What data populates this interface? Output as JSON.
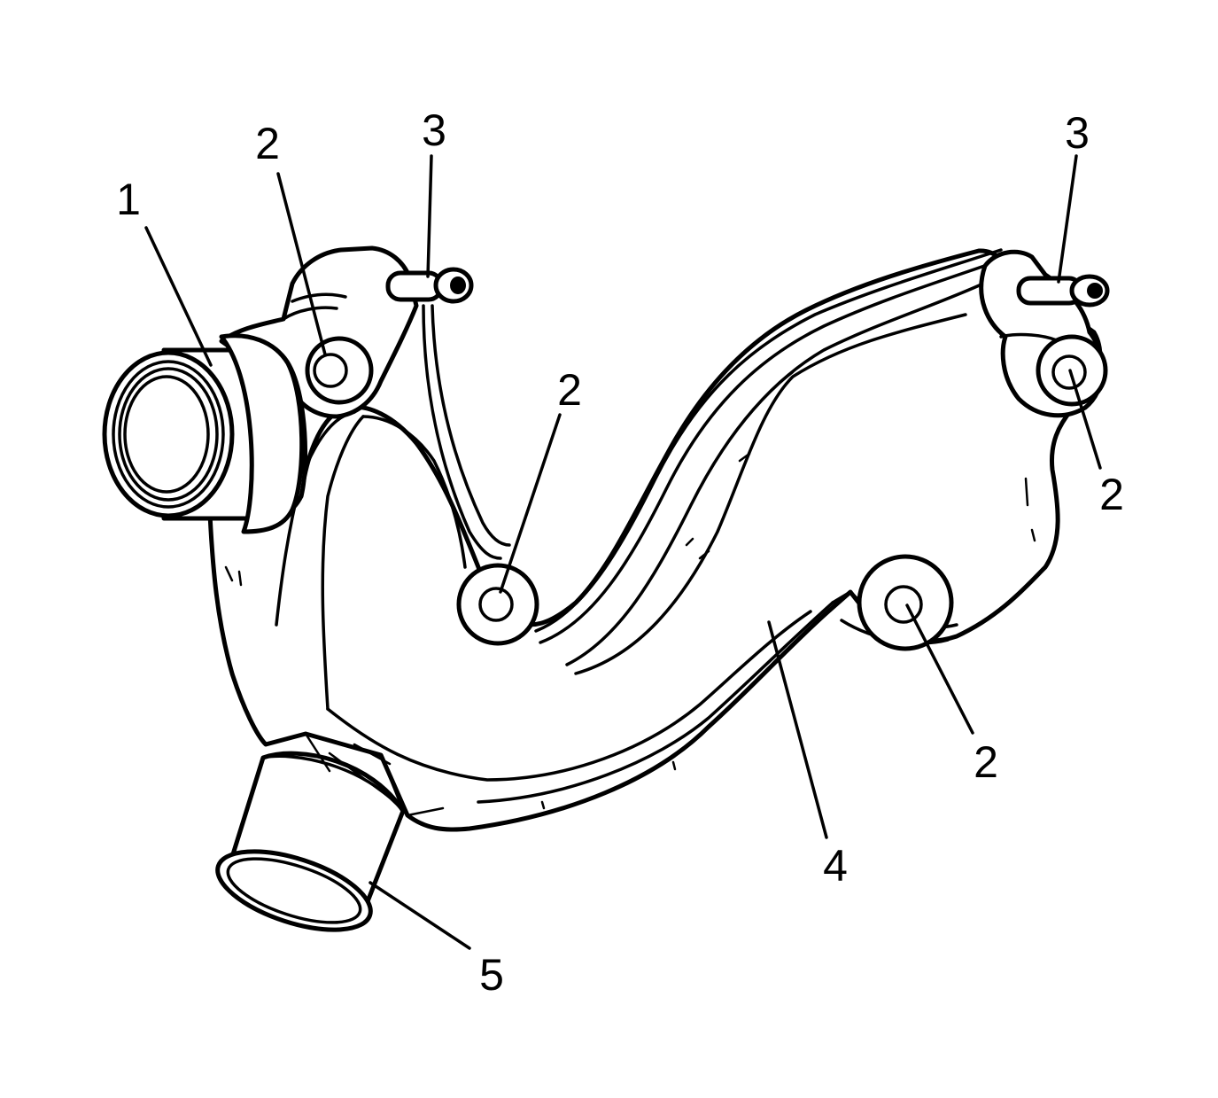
{
  "callouts": [
    {
      "id": "c1",
      "label": "1"
    },
    {
      "id": "c2a",
      "label": "2"
    },
    {
      "id": "c3a",
      "label": "3"
    },
    {
      "id": "c3b",
      "label": "3"
    },
    {
      "id": "c2b",
      "label": "2"
    },
    {
      "id": "c2c",
      "label": "2"
    },
    {
      "id": "c2d",
      "label": "2"
    },
    {
      "id": "c4",
      "label": "4"
    },
    {
      "id": "c5",
      "label": "5"
    }
  ],
  "colors": {
    "line": "#000000",
    "background": "#ffffff"
  }
}
